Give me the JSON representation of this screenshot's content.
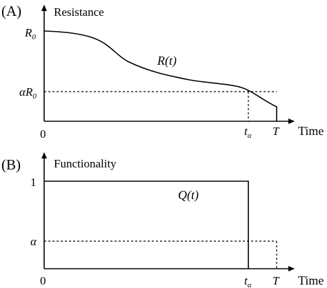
{
  "panel_a": {
    "label": "(A)",
    "y_axis_label": "Resistance",
    "x_axis_label": "Time",
    "origin": "0",
    "r0_main": "R",
    "r0_sub": "0",
    "alpha_r0_prefix": "α",
    "alpha_r0_main": "R",
    "alpha_r0_sub": "0",
    "curve_label": "R(t)",
    "t_alpha_main": "t",
    "t_alpha_sub": "α",
    "T": "T"
  },
  "panel_b": {
    "label": "(B)",
    "y_axis_label": "Functionality",
    "x_axis_label": "Time",
    "origin": "0",
    "one": "1",
    "alpha": "α",
    "curve_label": "Q(t)",
    "t_alpha_main": "t",
    "t_alpha_sub": "α",
    "T": "T"
  }
}
